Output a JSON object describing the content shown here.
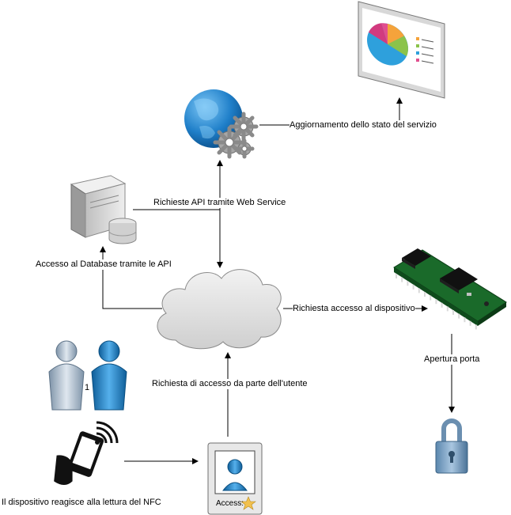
{
  "labels": {
    "status_update": "Aggiornamento dello stato del servizio",
    "api_requests": "Richieste API tramite Web Service",
    "db_access": "Accesso al Database tramite le API",
    "device_access": "Richiesta accesso al dispositivo",
    "user_access": "Richiesta di accesso da parte dell'utente",
    "door_open": "Apertura porta",
    "nfc_reaction": "Il dispositivo reagisce alla lettura del NFC",
    "users_count": "1",
    "badge_access": "Access:"
  },
  "icons": {
    "dashboard": "dashboard-screen-icon",
    "web_service": "globe-gears-icon",
    "server": "database-server-icon",
    "cloud": "cloud-icon",
    "board": "microcontroller-board-icon",
    "users": "users-icon",
    "phone": "nfc-phone-icon",
    "badge": "access-badge-icon",
    "lock": "padlock-icon"
  },
  "colors": {
    "globe": "#1f7fc9",
    "gear": "#9a9a9a",
    "cloud": "#d9d9d9",
    "board": "#1a6a2a",
    "user_grey": "#9fb3c8",
    "user_blue": "#1b84c6",
    "lock": "#6f9bbf"
  }
}
